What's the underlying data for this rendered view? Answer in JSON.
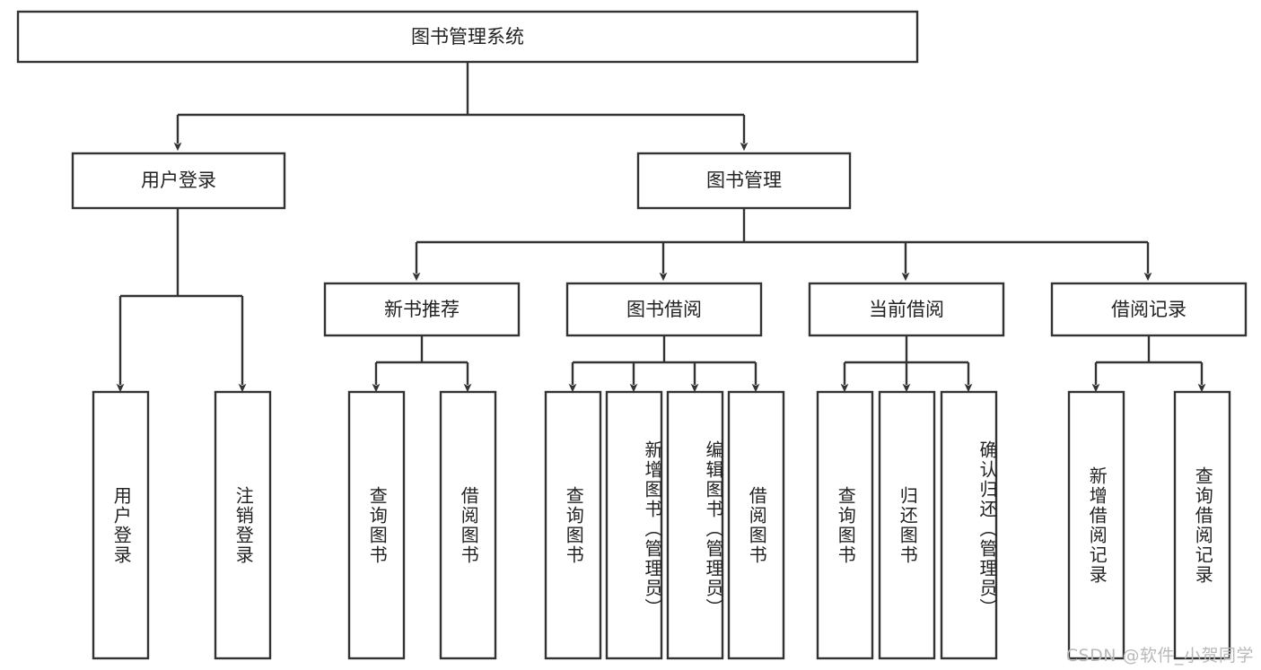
{
  "diagram": {
    "title": "图书管理系统",
    "type": "tree-hierarchy",
    "watermark": "CSDN @软件_小贺同学",
    "colors": {
      "stroke": "#333333",
      "fill": "#ffffff",
      "text": "#222222",
      "watermark": "#b9b9b9"
    },
    "root": {
      "label": "图书管理系统"
    },
    "level2": [
      {
        "label": "用户登录"
      },
      {
        "label": "图书管理"
      }
    ],
    "level3": [
      {
        "label": "新书推荐"
      },
      {
        "label": "图书借阅"
      },
      {
        "label": "当前借阅"
      },
      {
        "label": "借阅记录"
      }
    ],
    "leaves": {
      "user_login": [
        {
          "label": "用户登录"
        },
        {
          "label": "注销登录"
        }
      ],
      "new_book_recommend": [
        {
          "label": "查询图书"
        },
        {
          "label": "借阅图书"
        }
      ],
      "book_borrow": [
        {
          "label": "查询图书"
        },
        {
          "label": "新增图书（管理员）"
        },
        {
          "label": "编辑图书（管理员）"
        },
        {
          "label": "借阅图书"
        }
      ],
      "current_borrow": [
        {
          "label": "查询图书"
        },
        {
          "label": "归还图书"
        },
        {
          "label": "确认归还（管理员）"
        }
      ],
      "borrow_record": [
        {
          "label": "新增借阅记录"
        },
        {
          "label": "查询借阅记录"
        }
      ]
    }
  }
}
